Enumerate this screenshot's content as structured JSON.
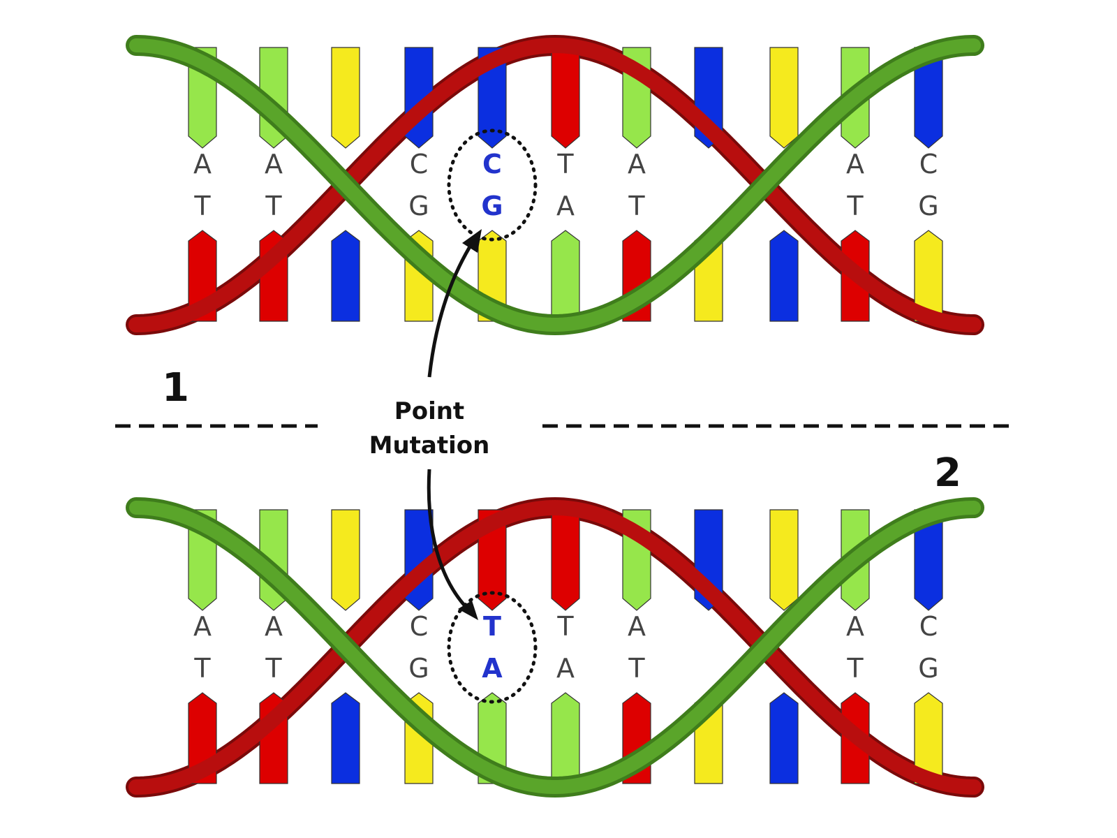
{
  "figure": {
    "panel_labels": [
      "1",
      "2"
    ],
    "callout_line1": "Point",
    "callout_line2": "Mutation"
  },
  "colors": {
    "A": "#96e64b",
    "T": "#dd0000",
    "C": "#0b2fe0",
    "G": "#f5ea1e",
    "green_strand": "#5aa52a",
    "red_strand": "#b80e0e",
    "highlight_text": "#2233cc"
  },
  "helices": [
    {
      "panel": "1",
      "top_strand": [
        "A",
        "A",
        "G",
        "C",
        "C",
        "T",
        "A",
        "C",
        "G",
        "A",
        "C"
      ],
      "bottom_strand": [
        "T",
        "T",
        "C",
        "G",
        "G",
        "A",
        "T",
        "G",
        "C",
        "T",
        "G"
      ],
      "show_letters": [
        true,
        true,
        false,
        true,
        true,
        true,
        true,
        false,
        false,
        true,
        true
      ],
      "mutated_index": 4
    },
    {
      "panel": "2",
      "top_strand": [
        "A",
        "A",
        "G",
        "C",
        "T",
        "T",
        "A",
        "C",
        "G",
        "A",
        "C"
      ],
      "bottom_strand": [
        "T",
        "T",
        "C",
        "G",
        "A",
        "A",
        "T",
        "G",
        "C",
        "T",
        "G"
      ],
      "show_letters": [
        true,
        true,
        false,
        true,
        true,
        true,
        true,
        false,
        false,
        true,
        true
      ],
      "mutated_index": 4
    }
  ]
}
